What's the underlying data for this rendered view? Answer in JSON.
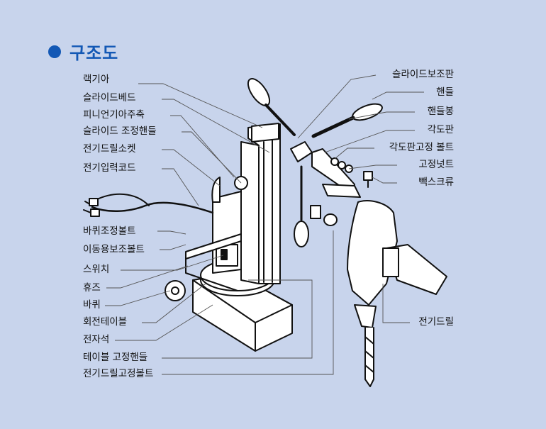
{
  "title": "구조도",
  "colors": {
    "accent": "#1358b5",
    "background": "#c8d4ec",
    "line": "#555555"
  },
  "labels_left": [
    "랙기아",
    "슬라이드베드",
    "피니언기아주축",
    "슬라이드 조정핸들",
    "전기드릴소켓",
    "전기입력코드",
    "바퀴조정볼트",
    "이동용보조볼트",
    "스위치",
    "휴즈",
    "바퀴",
    "회전테이블",
    "전자석",
    "테이블 고정핸들",
    "전기드릴고정볼트"
  ],
  "labels_right": [
    "슬라이드보조판",
    "핸들",
    "핸들봉",
    "각도판",
    "각도판고정 볼트",
    "고정넛트",
    "빽스크류",
    "전기드릴"
  ]
}
